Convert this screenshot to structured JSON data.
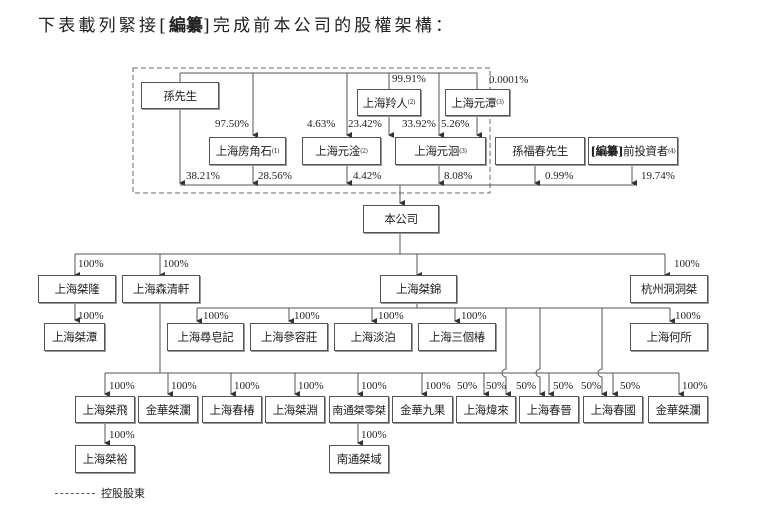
{
  "title": {
    "prefix": "下表載列緊接[",
    "redacted": "編纂",
    "suffix": "]完成前本公司的股權架構："
  },
  "entities": {
    "mr_sun": "孫先生",
    "lingren": {
      "name": "上海羚人",
      "note": "(2)"
    },
    "yuantan": {
      "name": "上海元潭",
      "note": "(3)"
    },
    "fangjiaoshi": {
      "name": "上海房角石",
      "note": "(1)"
    },
    "yuangan": {
      "name": "上海元淦",
      "note": "(2)"
    },
    "yuanhui": {
      "name": "上海元洄",
      "note": "(3)"
    },
    "sun_fuchun": "孫福春先生",
    "preipo": {
      "redacted": "[編纂]",
      "name": "前投資者",
      "note": "(4)"
    },
    "company": "本公司",
    "l3": [
      "上海桀隆",
      "上海森清軒",
      "上海桀錦",
      "杭州洞洞桀"
    ],
    "jielong_sub": "上海桀潭",
    "jiejin_subs": [
      "上海尋皂記",
      "上海參容莊",
      "上海淡泊",
      "上海三個椿",
      "上海何所"
    ],
    "l5": [
      "上海桀飛",
      "金華桀瀾",
      "上海春椿",
      "上海桀淵",
      "南通桀零桀",
      "金華九果",
      "上海煒來",
      "上海春晉",
      "上海春國",
      "金華桀瀾"
    ],
    "l6": [
      "上海桀裕",
      "南通桀域"
    ]
  },
  "percentages": {
    "lingren_to_yuanxx": "99.91%",
    "yuantan_share": "0.0001%",
    "sun_to_fangjiaoshi": "97.50%",
    "sun_to_yuangan": "4.63%",
    "lingren_to_yuangan": "23.42%",
    "sun_to_yuanhui": "33.92%",
    "yuantan_to_yuanhui": "5.26%",
    "sun_to_company": "38.21%",
    "fangjiaoshi_to_company": "28.56%",
    "yuangan_to_company": "4.42%",
    "yuanhui_to_company": "8.08%",
    "sun_fuchun_to_company": "0.99%",
    "preipo_to_company": "19.74%",
    "full": "100%",
    "half": "50%"
  },
  "legend": {
    "label": "控股股東",
    "style": "dashed"
  }
}
